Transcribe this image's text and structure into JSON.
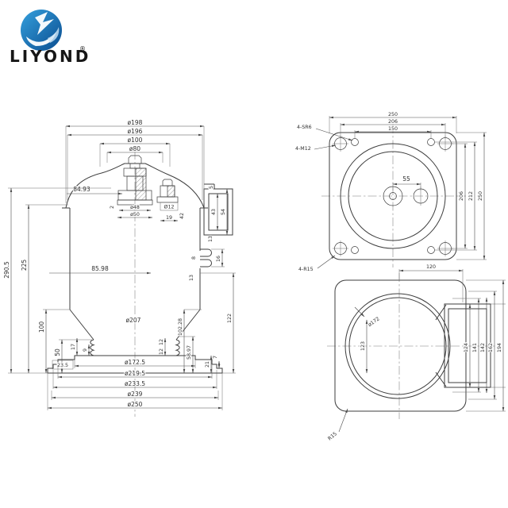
{
  "logo": {
    "brand": "LIYOND",
    "reg": "®",
    "accent": "#1b6fb5"
  },
  "views": {
    "front": "front-section-view",
    "top": "top-flange-view",
    "bottom": "bottom-opening-view"
  },
  "t": {
    "d198": "ø198",
    "d196": "ø196",
    "d100": "ø100",
    "d80": "ø80",
    "n8493": "84.93",
    "n2": "2",
    "d48": "ø48",
    "d50": "ø50",
    "d12": "Ø12",
    "n19": "19",
    "n42": "42",
    "n43": "43",
    "n54": "54",
    "n5": "5",
    "n13": "13",
    "n2905": "290.5",
    "n225": "225",
    "n100": "100",
    "n50": "50",
    "n8598": "85.98",
    "d207": "ø207",
    "n12": "12",
    "n5897": "58.97",
    "n10228": "102.28",
    "n122": "122",
    "n21": "21",
    "n7": "7",
    "n9": "9",
    "n17": "17",
    "n235": "23.5",
    "n8": "8",
    "n16": "16",
    "d1725": "ø172.5",
    "d2195": "ø219.5",
    "d2335": "ø233.5",
    "d239": "ø239",
    "d250": "ø250",
    "n250": "250",
    "n206": "206",
    "n150": "150",
    "n55": "55",
    "n212": "212",
    "sr6": "4-SR6",
    "m12": "4-M12",
    "r15_4": "4-R15",
    "n120": "120",
    "d172": "ø172",
    "n123": "123",
    "n124": "124",
    "n141": "141",
    "n142": "142",
    "n162": "162",
    "n194": "194",
    "r15": "R15"
  }
}
